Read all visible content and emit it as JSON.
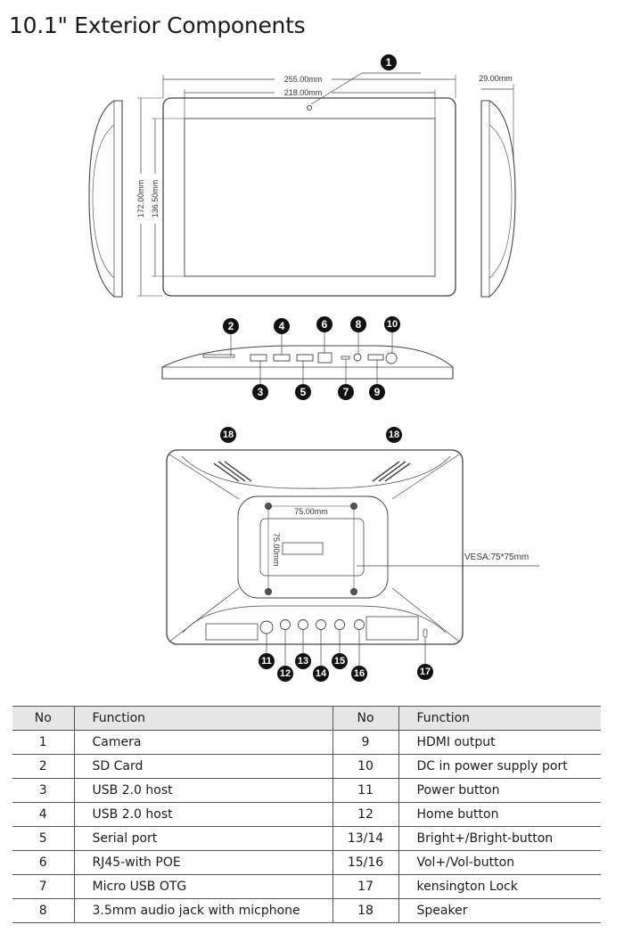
{
  "title": "10.1\" Exterior Components",
  "dimensions": {
    "width_outer": "255.00mm",
    "width_screen": "218.00mm",
    "height_outer": "172.00mm",
    "height_screen": "136.50mm",
    "depth": "29.00mm",
    "vesa_h": "75.00mm",
    "vesa_v": "75.00mm",
    "vesa_label": "VESA:75*75mm"
  },
  "markers": {
    "m1": "1",
    "m2": "2",
    "m3": "3",
    "m4": "4",
    "m5": "5",
    "m6": "6",
    "m7": "7",
    "m8": "8",
    "m9": "9",
    "m10": "10",
    "m11": "11",
    "m12": "12",
    "m13": "13",
    "m14": "14",
    "m15": "15",
    "m16": "16",
    "m17": "17",
    "m18": "18"
  },
  "table": {
    "headers": [
      "No",
      "Function",
      "No",
      "Function"
    ],
    "rows": [
      {
        "no1": "1",
        "fn1": "Camera",
        "no2": "9",
        "fn2": "HDMI output"
      },
      {
        "no1": "2",
        "fn1": "SD Card",
        "no2": "10",
        "fn2": "DC in power supply port"
      },
      {
        "no1": "3",
        "fn1": "USB 2.0 host",
        "no2": "11",
        "fn2": "Power button"
      },
      {
        "no1": "4",
        "fn1": "USB 2.0 host",
        "no2": "12",
        "fn2": "Home button"
      },
      {
        "no1": "5",
        "fn1": "Serial port",
        "no2": "13/14",
        "fn2": "Bright+/Bright-button"
      },
      {
        "no1": "6",
        "fn1": "RJ45-with POE",
        "no2": "15/16",
        "fn2": "Vol+/Vol-button"
      },
      {
        "no1": "7",
        "fn1": "Micro USB OTG",
        "no2": "17",
        "fn2": "kensington Lock"
      },
      {
        "no1": "8",
        "fn1": "3.5mm audio jack with micphone",
        "no2": "18",
        "fn2": "Speaker"
      }
    ]
  }
}
